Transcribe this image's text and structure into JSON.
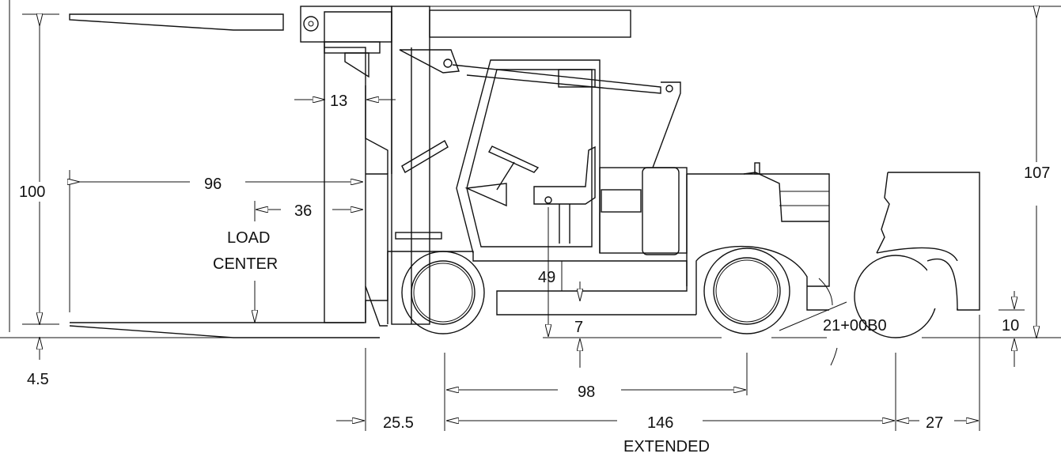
{
  "dimensions": {
    "overall_mast_height": "100",
    "overall_height": "107",
    "fork_length": "96",
    "load_center_value": "36",
    "load_center_label_line1": "LOAD",
    "load_center_label_line2": "CENTER",
    "fork_thickness": "13",
    "ground_clearance_under_frame": "49",
    "frame_to_ground": "7",
    "fork_ground_offset": "4.5",
    "wheelbase": "98",
    "front_overhang": "25.5",
    "extended_length": "146",
    "extended_label": "EXTENDED",
    "rear_overhang": "27",
    "departure_angle": "21+00B0",
    "rear_clearance": "10"
  },
  "colors": {
    "line": "#111111",
    "background": "#ffffff"
  }
}
